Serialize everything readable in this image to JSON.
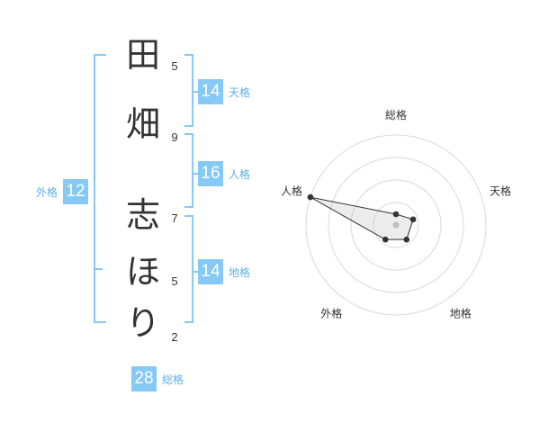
{
  "name_chars": [
    {
      "char": "田",
      "strokes": "5"
    },
    {
      "char": "畑",
      "strokes": "9"
    },
    {
      "char": "志",
      "strokes": "7"
    },
    {
      "char": "ほ",
      "strokes": "5"
    },
    {
      "char": "り",
      "strokes": "2"
    }
  ],
  "fortunes": {
    "tenkaku": {
      "value": "14",
      "label": "天格"
    },
    "jinkaku": {
      "value": "16",
      "label": "人格"
    },
    "chikaku": {
      "value": "14",
      "label": "地格"
    },
    "gaikaku": {
      "value": "12",
      "label": "外格"
    },
    "soukaku": {
      "value": "28",
      "label": "総格"
    }
  },
  "radar": {
    "axes": [
      "総格",
      "天格",
      "地格",
      "外格",
      "人格"
    ],
    "values": [
      0.12,
      0.2,
      0.2,
      0.2,
      1.0
    ],
    "rings": 4
  },
  "colors": {
    "accent": "#85c9f4",
    "accent_text": "#5ab2ea",
    "text": "#333333",
    "grid": "#d9d9d9"
  }
}
